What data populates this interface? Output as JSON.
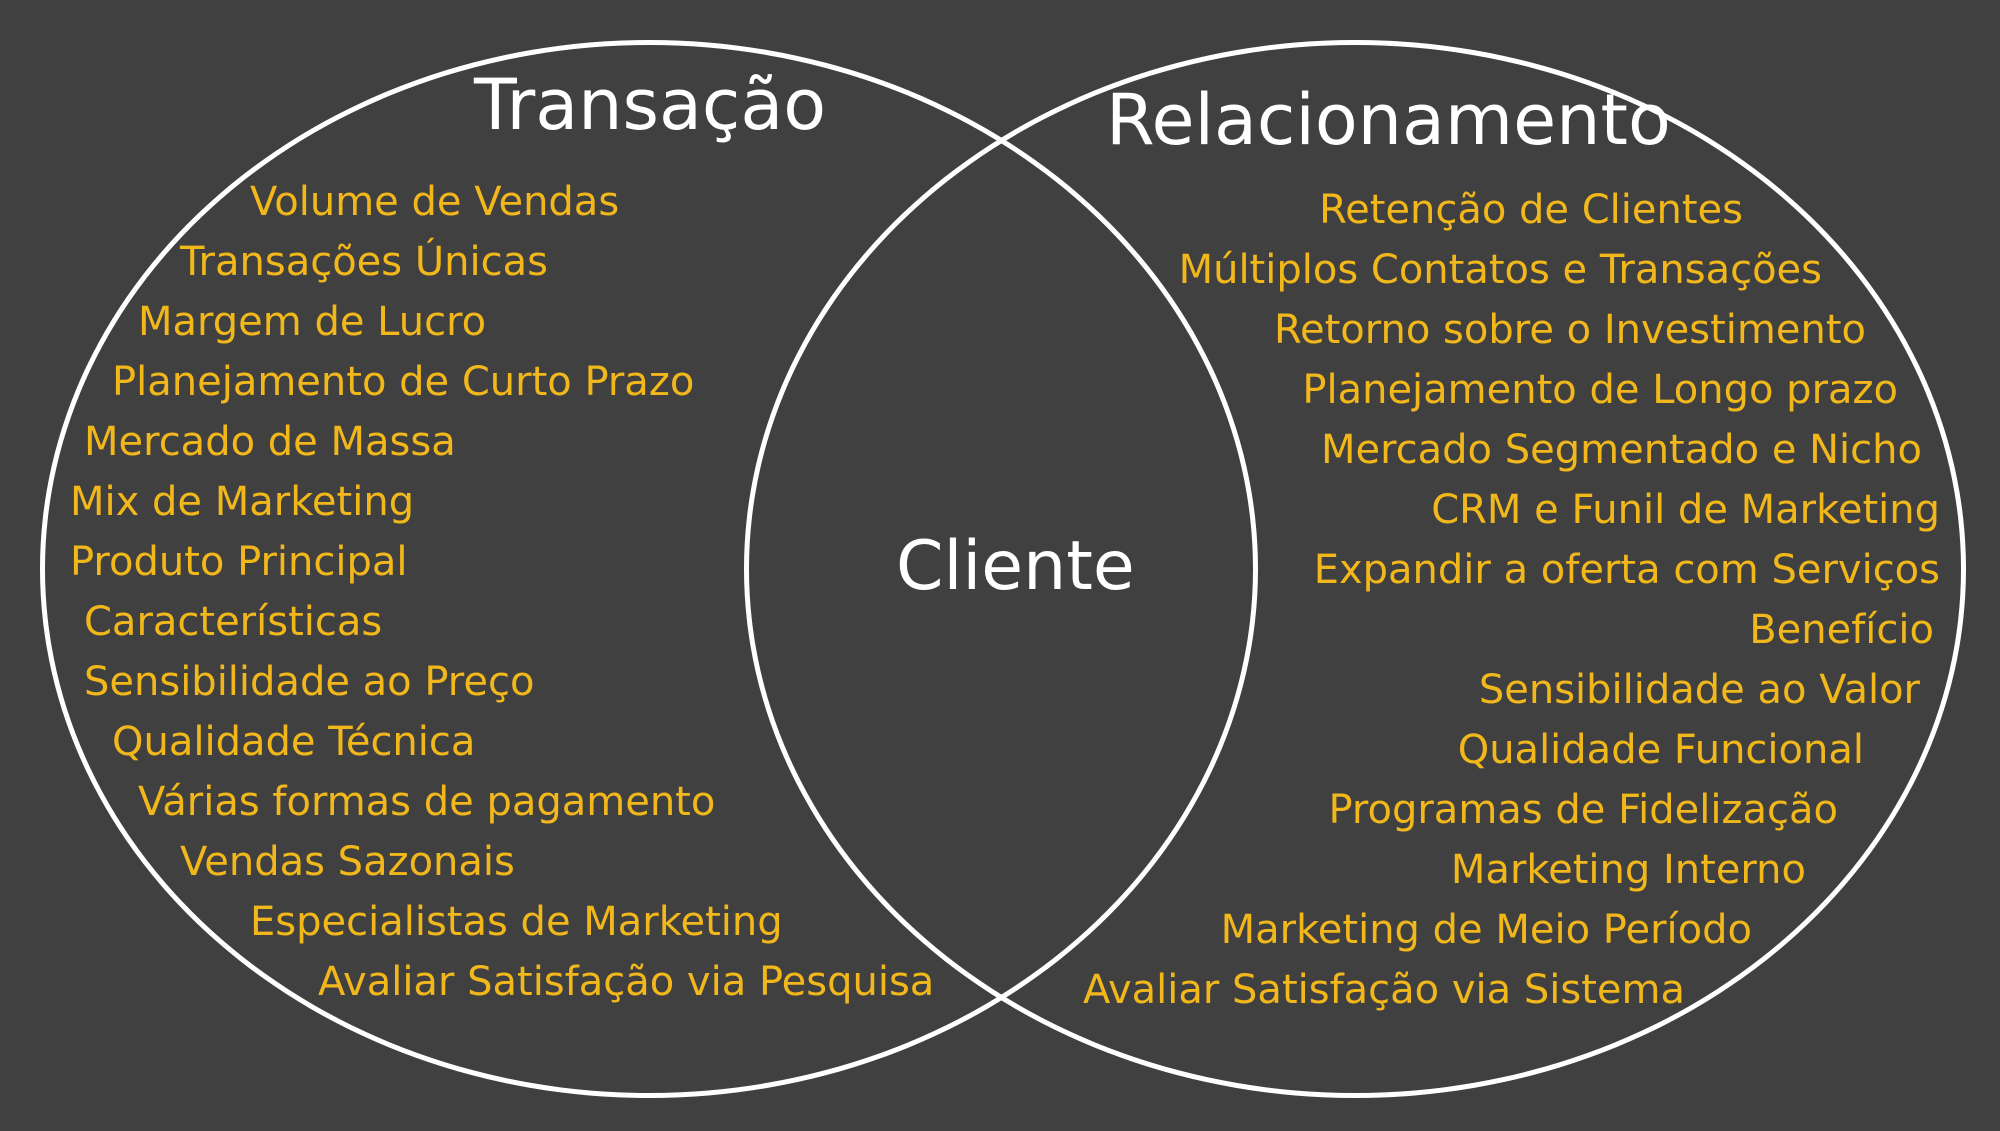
{
  "diagram": {
    "colors": {
      "background": "#404040",
      "circle_stroke": "#ffffff",
      "heading_text": "#ffffff",
      "item_text": "#f2b81b"
    },
    "left": {
      "title": "Transação",
      "items": [
        "Volume de Vendas",
        "Transações Únicas",
        "Margem de Lucro",
        "Planejamento de Curto Prazo",
        "Mercado de Massa",
        "Mix de Marketing",
        "Produto Principal",
        "Características",
        "Sensibilidade ao Preço",
        "Qualidade Técnica",
        "Várias formas de pagamento",
        "Vendas Sazonais",
        "Especialistas de Marketing",
        "Avaliar Satisfação via Pesquisa"
      ]
    },
    "center": {
      "label": "Cliente"
    },
    "right": {
      "title": "Relacionamento",
      "items": [
        "Retenção de Clientes",
        "Múltiplos Contatos e Transações",
        "Retorno sobre o Investimento",
        "Planejamento de Longo prazo",
        "Mercado Segmentado e Nicho",
        "CRM e Funil de Marketing",
        "Expandir a oferta com Serviços",
        "Benefício",
        "Sensibilidade ao Valor",
        "Qualidade Funcional",
        "Programas de Fidelização",
        "Marketing Interno",
        "Marketing de Meio Período",
        "Avaliar Satisfação via Sistema"
      ]
    }
  }
}
